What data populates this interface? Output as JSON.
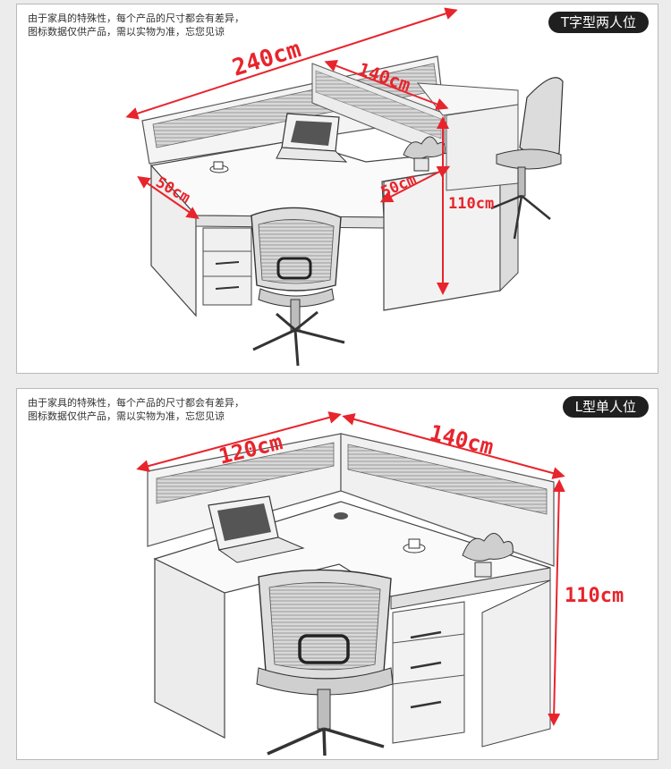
{
  "top_panel": {
    "notice": [
      "由于家具的特殊性，每个产品的尺寸都会有差异，",
      "图标数据仅供产品，需以实物为准，忘您见谅"
    ],
    "badge": "T字型两人位",
    "dims": {
      "width": "240cm",
      "depth": "140cm",
      "left_depth": "50cm",
      "right_depth": "50cm",
      "height": "110cm"
    }
  },
  "bottom_panel": {
    "notice": [
      "由于家具的特殊性，每个产品的尺寸都会有差异，",
      "图标数据仅供产品，需以实物为准，忘您见谅"
    ],
    "badge": "L型单人位",
    "dims": {
      "width": "120cm",
      "depth": "140cm",
      "height": "110cm"
    }
  },
  "colors": {
    "dimension": "#e8242c",
    "badge_bg": "#1f1f1f",
    "panel_bg": "#ffffff",
    "page_bg": "#ececec"
  }
}
